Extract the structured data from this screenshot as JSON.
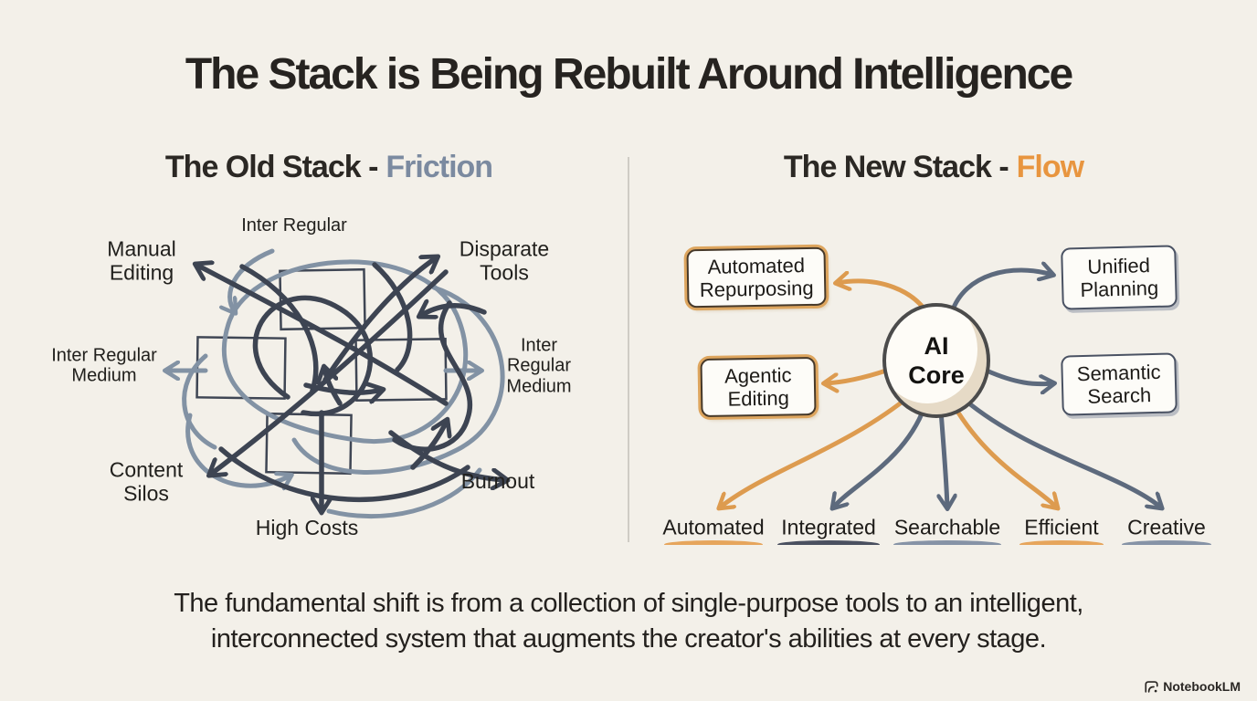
{
  "page": {
    "title": "The Stack is Being Rebuilt Around Intelligence",
    "footer_line1": "The fundamental shift is from a collection of single-purpose tools to an intelligent,",
    "footer_line2": "interconnected system that augments the creator's abilities at every stage.",
    "brand": "NotebookLM"
  },
  "colors": {
    "background": "#f3f0e9",
    "ink": "#24211e",
    "friction_accent": "#7b8aa0",
    "flow_accent": "#e8953f",
    "slate_dark": "#3d4452",
    "slate_light": "#8292a4",
    "orange": "#dd9b4f",
    "underline_orange": "#e6a55c",
    "underline_dark": "#4a5060",
    "underline_slate": "#8693a6"
  },
  "old_stack": {
    "heading": "The Old Stack -",
    "heading_accent": "Friction",
    "labels": {
      "top": "Inter Regular",
      "top_left": "Manual\nEditing",
      "top_right": "Disparate\nTools",
      "left": "Inter Regular\nMedium",
      "right": "Inter Regular\nMedium",
      "bottom_left": "Content\nSilos",
      "bottom_right": "Burnout",
      "bottom": "High Costs"
    }
  },
  "new_stack": {
    "heading": "The New Stack -",
    "heading_accent": "Flow",
    "core": "AI\nCore",
    "boxes": [
      {
        "label": "Automated\nRepurposing",
        "accent": "orange"
      },
      {
        "label": "Unified\nPlanning",
        "accent": "slate"
      },
      {
        "label": "Agentic\nEditing",
        "accent": "orange"
      },
      {
        "label": "Semantic\nSearch",
        "accent": "slate"
      }
    ],
    "outcomes": [
      {
        "label": "Automated",
        "accent": "orange"
      },
      {
        "label": "Integrated",
        "accent": "dark"
      },
      {
        "label": "Searchable",
        "accent": "slate"
      },
      {
        "label": "Efficient",
        "accent": "orange"
      },
      {
        "label": "Creative",
        "accent": "slate"
      }
    ]
  }
}
